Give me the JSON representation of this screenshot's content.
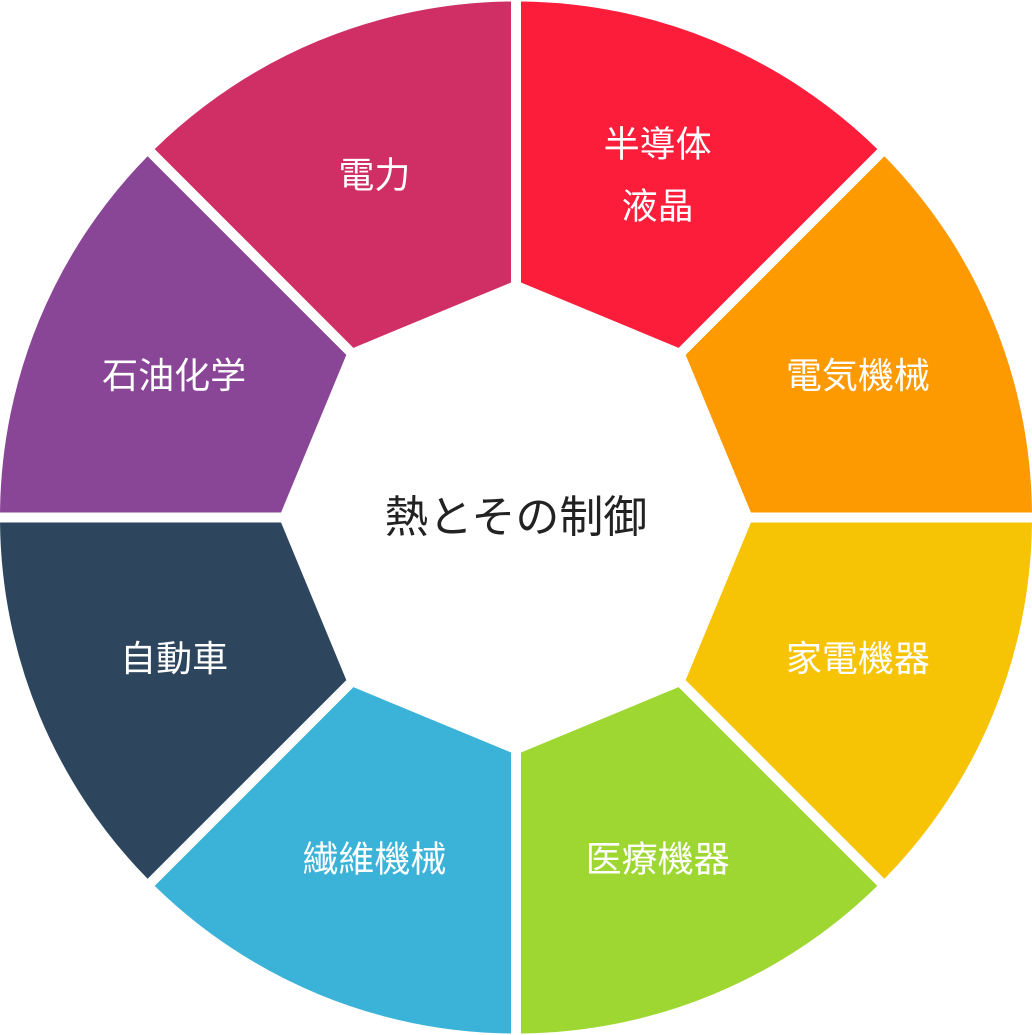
{
  "diagram": {
    "center": {
      "label": "熱とその制御",
      "text_color": "#222222"
    },
    "segments": [
      {
        "id": "semiconductor-lcd",
        "lines": [
          "半導体",
          "液晶"
        ],
        "color": "#fc1d3b"
      },
      {
        "id": "electrical-machinery",
        "lines": [
          "電気機械"
        ],
        "color": "#fd9a02"
      },
      {
        "id": "home-appliances",
        "lines": [
          "家電機器"
        ],
        "color": "#f6c305"
      },
      {
        "id": "medical-equipment",
        "lines": [
          "医療機器"
        ],
        "color": "#9ed732"
      },
      {
        "id": "textile-machinery",
        "lines": [
          "繊維機械"
        ],
        "color": "#3bb3d8"
      },
      {
        "id": "automobile",
        "lines": [
          "自動車"
        ],
        "color": "#2d465e"
      },
      {
        "id": "petrochemical",
        "lines": [
          "石油化学"
        ],
        "color": "#894596"
      },
      {
        "id": "electric-power",
        "lines": [
          "電力"
        ],
        "color": "#d02f65"
      }
    ],
    "background_color": "#ffffff"
  }
}
